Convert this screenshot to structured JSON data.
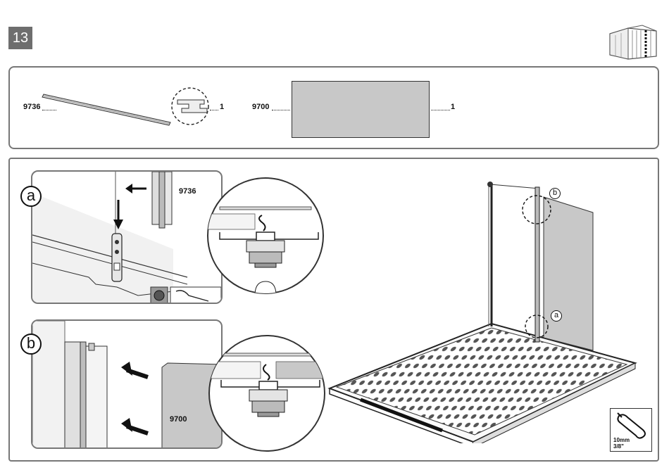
{
  "step": {
    "number": "13"
  },
  "header": {
    "icon": "shed-icon"
  },
  "parts": [
    {
      "number": "9736",
      "quantity": "1",
      "icon": "rail-profile-icon"
    },
    {
      "number": "9700",
      "quantity": "1",
      "icon": "wall-panel-icon"
    }
  ],
  "detail_a": {
    "label": "a",
    "part_label": "9736"
  },
  "detail_b": {
    "label": "b",
    "part_label": "9700"
  },
  "overview": {
    "callout_a": "a",
    "callout_b": "b"
  },
  "tool": {
    "icon": "wrench-icon",
    "size_metric": "10mm",
    "size_imperial": "3/8\""
  },
  "colors": {
    "panel_gray": "#c8c8c8",
    "border_gray": "#777777",
    "badge_gray": "#6e6e6e"
  }
}
